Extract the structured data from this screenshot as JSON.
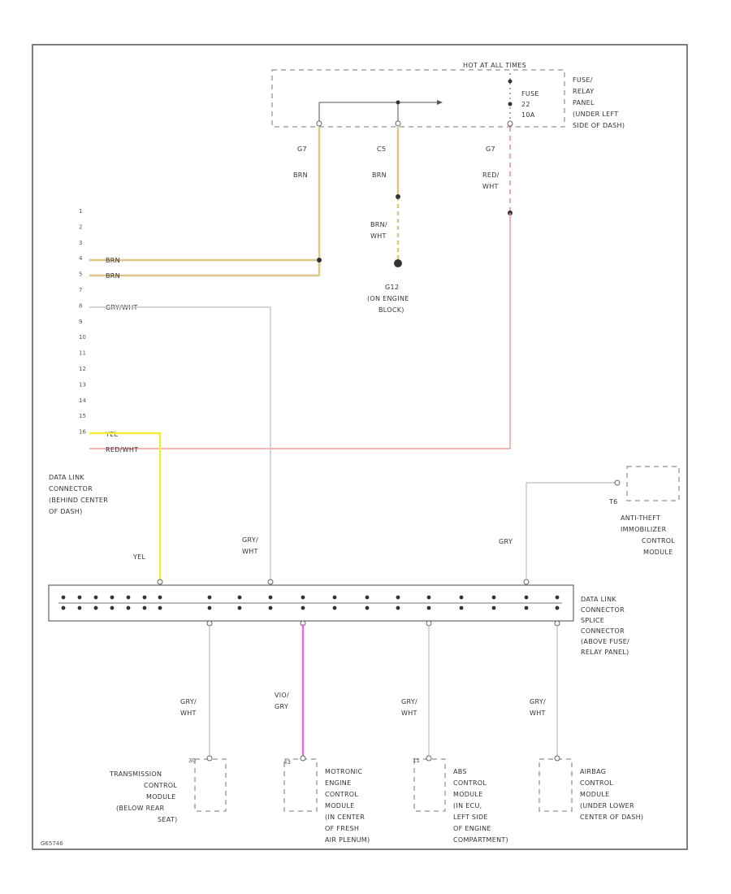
{
  "hot_at_all_times": "HOT AT ALL TIMES",
  "fuse_panel": {
    "fuse_label": [
      "FUSE",
      "22",
      "10A"
    ],
    "location": [
      "FUSE/",
      "RELAY",
      "PANEL",
      "(UNDER LEFT",
      "SIDE OF DASH)"
    ]
  },
  "top_connectors": {
    "left": "G7",
    "center": "C5",
    "right": "G7"
  },
  "wire_colors": {
    "brn_left": "BRN",
    "brn_center": "BRN",
    "brn_wht": [
      "BRN/",
      "WHT"
    ],
    "red_wht": [
      "RED/",
      "WHT"
    ],
    "yel": "YEL",
    "gry_wht_mid": [
      "GRY/",
      "WHT"
    ],
    "gry_right": "GRY",
    "gry_wht_b1": [
      "GRY/",
      "WHT"
    ],
    "vio_gry": [
      "VIO/",
      "GRY"
    ],
    "gry_wht_b3": [
      "GRY/",
      "WHT"
    ],
    "gry_wht_b4": [
      "GRY/",
      "WHT"
    ]
  },
  "ground": {
    "name": "G12",
    "location": [
      "(ON ENGINE",
      "BLOCK)"
    ]
  },
  "dlc_pins": [
    "1",
    "2",
    "3",
    "4",
    "5",
    "7",
    "8",
    "9",
    "10",
    "11",
    "12",
    "13",
    "14",
    "15",
    "16"
  ],
  "dlc_wires": {
    "4": "BRN",
    "5": "BRN",
    "7": "GRY/WHT",
    "15": "YEL",
    "16": "RED/WHT"
  },
  "dlc": {
    "location": [
      "DATA LINK",
      "CONNECTOR",
      "(BEHIND CENTER",
      "OF DASH)"
    ]
  },
  "dlc_splice": {
    "location": [
      "DATA LINK",
      "CONNECTOR",
      "SPLICE",
      "CONNECTOR",
      "(ABOVE FUSE/",
      "RELAY PANEL)"
    ]
  },
  "immobilizer": {
    "pin": "T6",
    "name": [
      "ANTI-THEFT",
      "IMMOBILIZER",
      "CONTROL",
      "MODULE"
    ]
  },
  "modules": {
    "transmission": {
      "pin": "30",
      "name": [
        "TRANSMISSION",
        "CONTROL",
        "MODULE",
        "(BELOW REAR",
        "SEAT)"
      ]
    },
    "engine": {
      "pin": "43",
      "name": [
        "MOTRONIC",
        "ENGINE",
        "CONTROL",
        "MODULE",
        "(IN CENTER",
        "OF FRESH",
        "AIR PLENUM)"
      ]
    },
    "abs": {
      "pin": "11",
      "name": [
        "ABS",
        "CONTROL",
        "MODULE",
        "(IN ECU,",
        "LEFT SIDE",
        "OF ENGINE",
        "COMPARTMENT)"
      ]
    },
    "airbag": {
      "pin": "",
      "name": [
        "AIRBAG",
        "CONTROL",
        "MODULE",
        "(UNDER LOWER",
        "CENTER OF DASH)"
      ]
    }
  },
  "figure_id": "G65746"
}
